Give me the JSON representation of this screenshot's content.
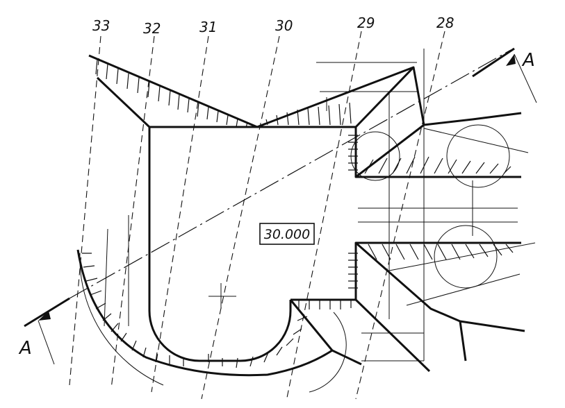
{
  "section_labels": {
    "left": "A",
    "right": "A"
  },
  "station_numbers": [
    "33",
    "32",
    "31",
    "30",
    "29",
    "28"
  ],
  "value_box": "30.000"
}
